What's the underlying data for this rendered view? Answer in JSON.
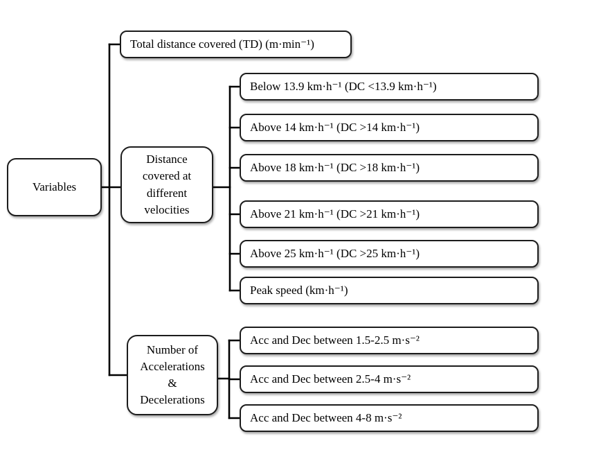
{
  "diagram": {
    "title": "Variables tree diagram",
    "root": {
      "label": "Variables"
    },
    "total_distance": {
      "label": "Total distance covered (TD) (m·min⁻¹)"
    },
    "velocity_group": {
      "label": "Distance\ncovered at\ndifferent\nvelocities",
      "children": [
        {
          "label": "Below 13.9 km·h⁻¹ (DC <13.9 km·h⁻¹)"
        },
        {
          "label": "Above 14 km·h⁻¹ (DC >14 km·h⁻¹)"
        },
        {
          "label": "Above 18 km·h⁻¹ (DC >18 km·h⁻¹)"
        },
        {
          "label": "Above 21 km·h⁻¹ (DC >21 km·h⁻¹)"
        },
        {
          "label": "Above 25 km·h⁻¹ (DC >25 km·h⁻¹)"
        },
        {
          "label": "Peak speed (km·h⁻¹)"
        }
      ]
    },
    "acceleration_group": {
      "label": "Number of\nAccelerations\n&\nDecelerations",
      "children": [
        {
          "label": "Acc and Dec between 1.5-2.5 m·s⁻²"
        },
        {
          "label": "Acc and Dec between 2.5-4 m·s⁻²"
        },
        {
          "label": "Acc and Dec between 4-8 m·s⁻²"
        }
      ]
    },
    "colors": {
      "line": "#000000",
      "box_border": "#1c1c1c",
      "box_fill": "#ffffff",
      "text": "#000000",
      "background": "#ffffff"
    }
  }
}
